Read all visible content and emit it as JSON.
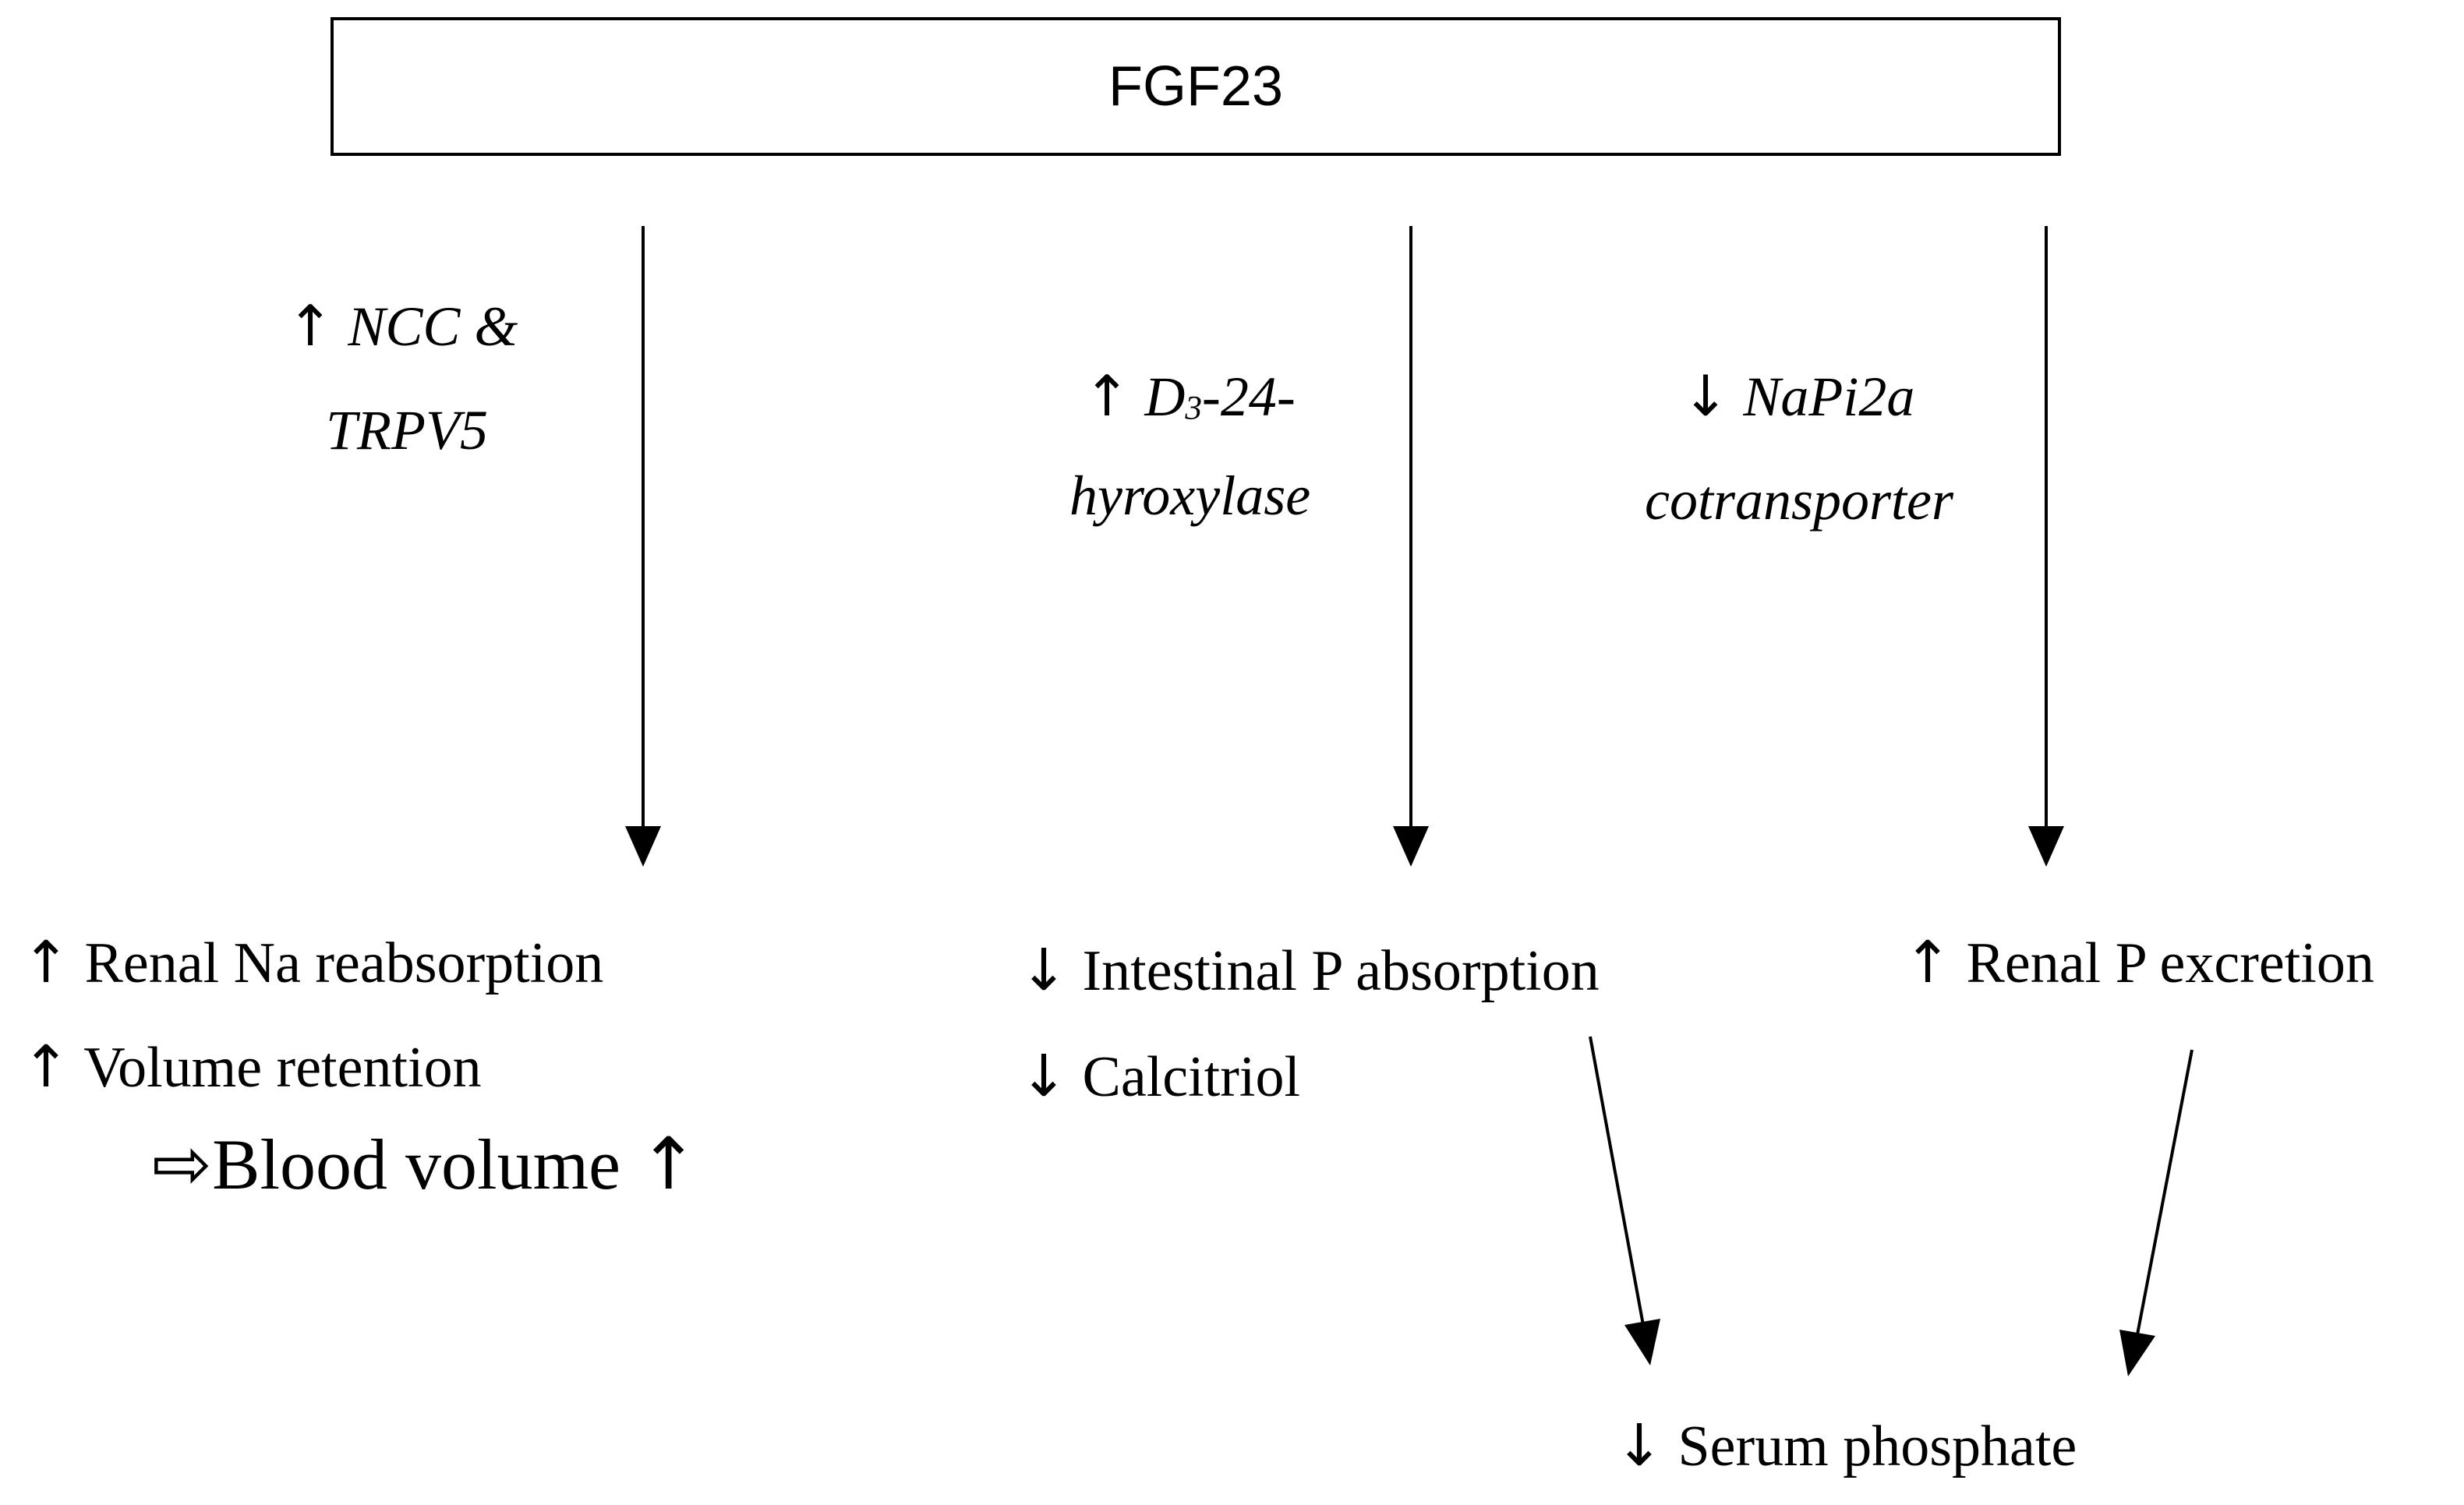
{
  "root": {
    "label": "FGF23"
  },
  "branches": {
    "sodium": {
      "mechanism": {
        "arrow": "↑",
        "line1": "NCC &",
        "line2": "TRPV5"
      },
      "effects": [
        {
          "arrow": "↑",
          "text": "Renal Na reabsorption"
        },
        {
          "arrow": "↑",
          "text": "Volume retention"
        }
      ],
      "result": {
        "prefix": "⇨",
        "text": "Blood volume",
        "arrow": "↑"
      }
    },
    "vitamin_d": {
      "mechanism": {
        "arrow": "↑",
        "line1_main": "D",
        "line1_sub": "3",
        "line1_rest": "-24-",
        "line2": "hyroxylase"
      },
      "effects": [
        {
          "arrow": "↓",
          "text": "Intestinal P absorption"
        },
        {
          "arrow": "↓",
          "text": "Calcitriol"
        }
      ]
    },
    "phosphate": {
      "mechanism": {
        "arrow": "↓",
        "line1": "NaPi2a",
        "line2": "cotransporter"
      },
      "effects": [
        {
          "arrow": "↑",
          "text": "Renal P excretion"
        }
      ]
    }
  },
  "outcome": {
    "arrow": "↓",
    "text": "Serum phosphate"
  },
  "colors": {
    "stroke": "#000000",
    "background": "#ffffff"
  }
}
